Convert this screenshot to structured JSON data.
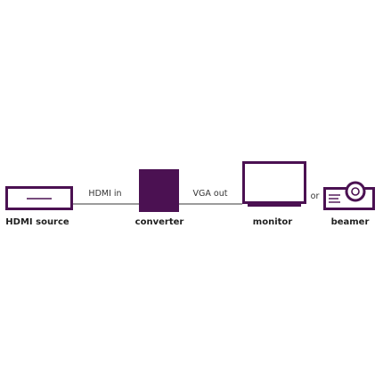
{
  "colors": {
    "device": "#4b1152",
    "line": "#3a3a3a",
    "text": "#1f1f1f"
  },
  "connections": {
    "input_label": "HDMI in",
    "output_label": "VGA out",
    "alternative_word": "or"
  },
  "devices": {
    "source": {
      "label": "HDMI source",
      "icon": "hdmi-source-box-icon"
    },
    "converter": {
      "label": "converter",
      "icon": "converter-box-icon"
    },
    "monitor": {
      "label": "monitor",
      "icon": "monitor-icon"
    },
    "beamer": {
      "label": "beamer",
      "icon": "projector-icon"
    }
  }
}
